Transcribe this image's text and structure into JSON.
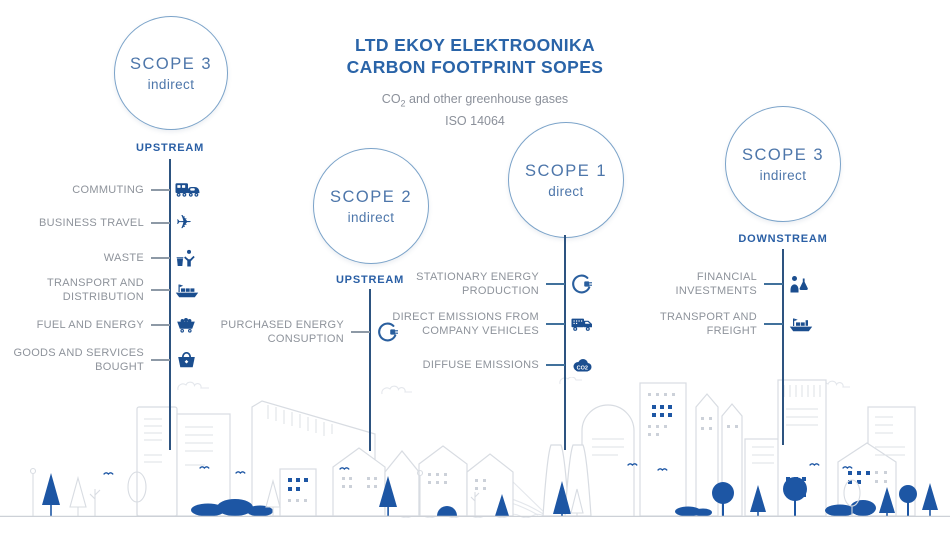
{
  "header": {
    "title_line1": "LTD EKOY ELEKTROONIKA",
    "title_line2": "CARBON FOOTPRINT SOPES",
    "subtitle": {
      "co2_prefix": "CO",
      "co2_subscript": "2",
      "co2_suffix": " and other greenhouse gases",
      "standard": "ISO 14064"
    }
  },
  "colors": {
    "accent_blue": "#2a64a8",
    "icon_blue": "#1b4e8f",
    "line_navy": "#2d5380",
    "circle_border": "#7ba3c9",
    "label_gray": "#8e939b",
    "tree_blue": "#1d56a4",
    "skyline_gray": "#d8dce2"
  },
  "scopes": [
    {
      "title": "SCOPE 3",
      "type": "indirect",
      "stream": "UPSTREAM",
      "items": [
        {
          "label": "COMMUTING",
          "icon": "bus-car-icon"
        },
        {
          "label": "BUSINESS TRAVEL",
          "icon": "airplane-icon"
        },
        {
          "label": "WASTE",
          "icon": "waste-person-icon"
        },
        {
          "label": "TRANSPORT AND DISTRIBUTION",
          "icon": "cargo-ship-icon"
        },
        {
          "label": "FUEL AND ENERGY",
          "icon": "coal-cart-icon"
        },
        {
          "label": "GOODS AND SERVICES BOUGHT",
          "icon": "shopping-basket-icon"
        }
      ]
    },
    {
      "title": "SCOPE 2",
      "type": "indirect",
      "stream": "UPSTREAM",
      "items": [
        {
          "label": "PURCHASED ENERGY CONSUPTION",
          "icon": "power-plug-icon"
        }
      ]
    },
    {
      "title": "SCOPE 1",
      "type": "direct",
      "stream": "",
      "items": [
        {
          "label": "STATIONARY ENERGY PRODUCTION",
          "icon": "power-plug-icon"
        },
        {
          "label": "DIRECT EMISSIONS FROM COMPANY VEHICLES",
          "icon": "truck-icon"
        },
        {
          "label": "DIFFUSE EMISSIONS",
          "icon": "co2-cloud-icon"
        }
      ]
    },
    {
      "title": "SCOPE 3",
      "type": "indirect",
      "stream": "DOWNSTREAM",
      "items": [
        {
          "label": "FINANCIAL INVESTMENTS",
          "icon": "investor-icon"
        },
        {
          "label": "TRANSPORT AND FREIGHT",
          "icon": "freight-ship-icon"
        }
      ]
    }
  ],
  "icon_labels": {
    "airplane_glyph": "✈",
    "co2_cloud_text": "CO2"
  }
}
